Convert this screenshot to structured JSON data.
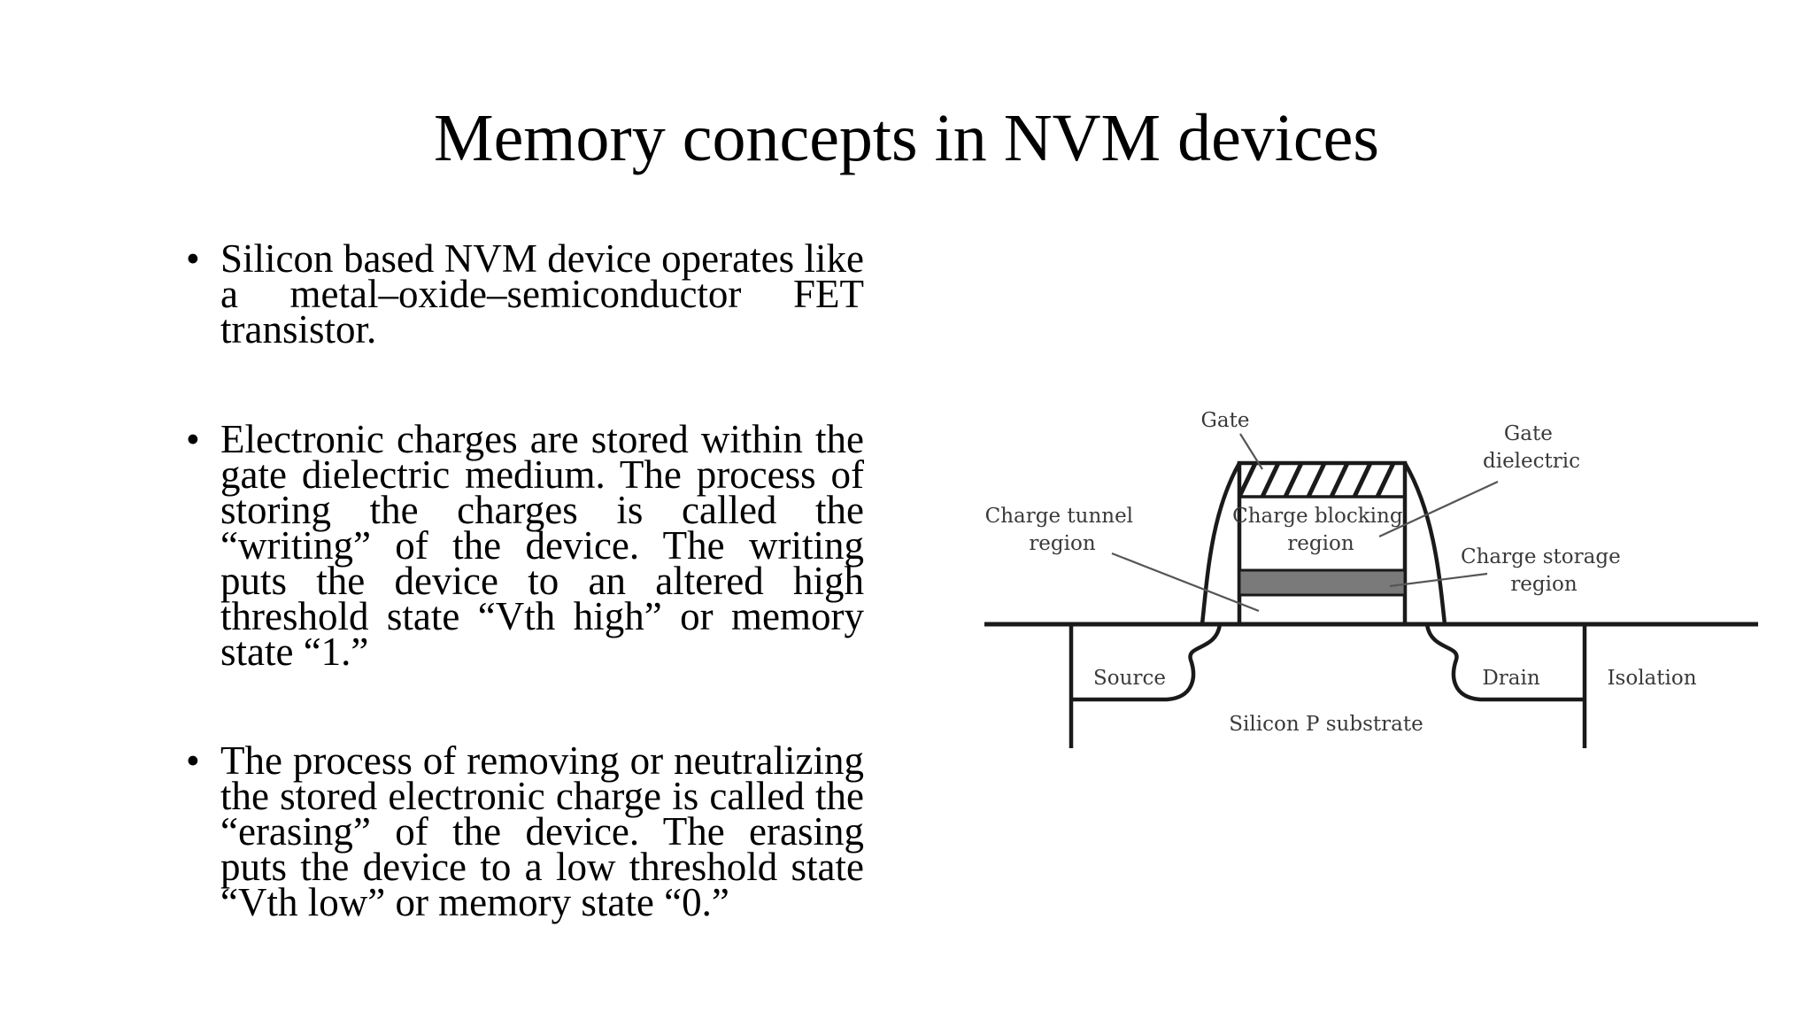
{
  "slide": {
    "title": "Memory concepts in NVM devices",
    "bullet_symbol": "•",
    "bullets": [
      "Silicon based NVM device operates like a metal–oxide–semiconductor FET transistor.",
      "Electronic charges are stored within the gate dielectric medium. The process of storing the charges is called the “writing” of the device. The writing puts the device to an altered high threshold state “Vth high” or memory state “1.”",
      "The process of removing or neutralizing the stored electronic charge is called the “erasing” of the device. The erasing puts the device to a low threshold state “Vth low” or memory state “0.”"
    ]
  },
  "diagram": {
    "labels": {
      "gate": "Gate",
      "gate_dielectric": [
        "Gate",
        "dielectric"
      ],
      "charge_tunnel_region": [
        "Charge tunnel",
        "region"
      ],
      "charge_blocking_region": [
        "Charge blocking",
        "region"
      ],
      "charge_storage_region": [
        "Charge storage",
        "region"
      ],
      "source": "Source",
      "drain": "Drain",
      "isolation": "Isolation",
      "substrate": "Silicon P substrate"
    }
  }
}
